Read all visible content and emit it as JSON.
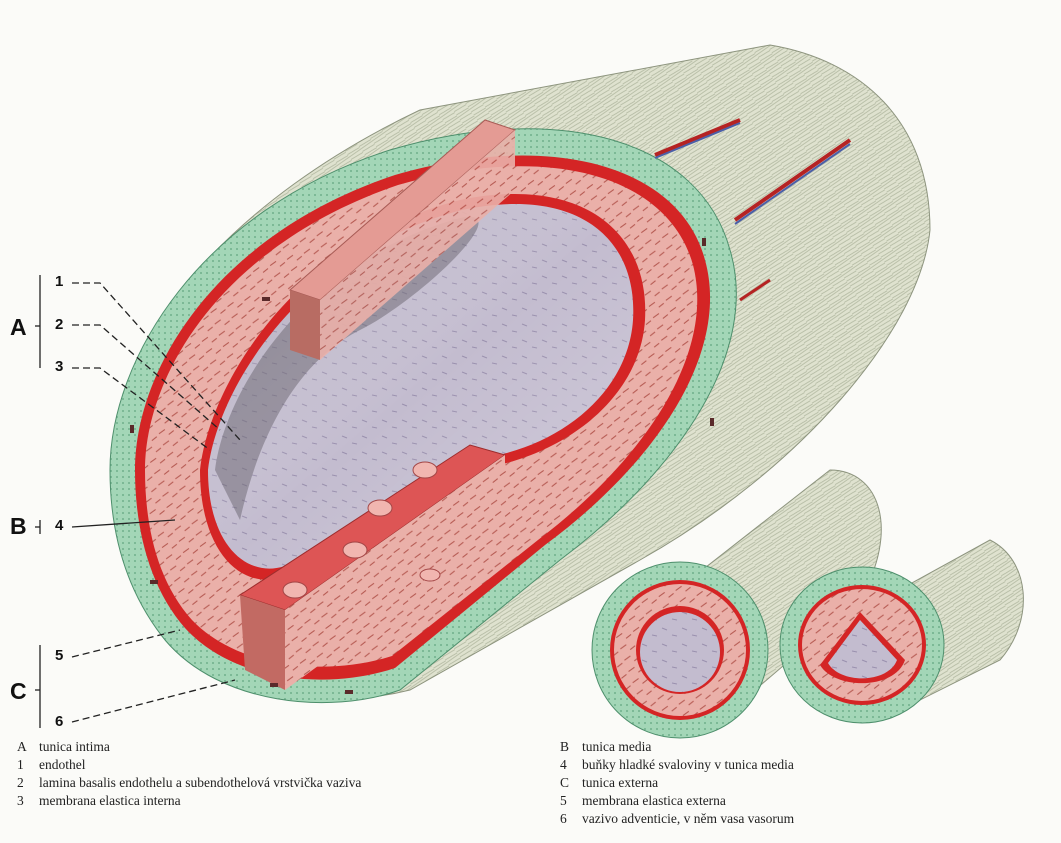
{
  "diagram": {
    "group_markers": [
      "A",
      "B",
      "C"
    ],
    "layer_markers": [
      "1",
      "2",
      "3",
      "4",
      "5",
      "6"
    ],
    "colors": {
      "adventitia_fibers": "#d9dcc6",
      "adventitia_shadow": "#a9b09a",
      "tunica_externa": "#9fd3b4",
      "tunica_media": "#e9a8a2",
      "elastic_membrane": "#d42525",
      "intima_lumen": "#b6aec8",
      "cut_surface": "#d95656"
    }
  },
  "legend": {
    "left": [
      {
        "key": "A",
        "text": "tunica intima"
      },
      {
        "key": "1",
        "text": "endothel"
      },
      {
        "key": "2",
        "text": "lamina basalis endothelu a subendothelová vrstvička vaziva"
      },
      {
        "key": "3",
        "text": "membrana elastica interna"
      }
    ],
    "right": [
      {
        "key": "B",
        "text": "tunica media"
      },
      {
        "key": "4",
        "text": "buňky hladké svaloviny v tunica media"
      },
      {
        "key": "C",
        "text": "tunica externa"
      },
      {
        "key": "5",
        "text": "membrana elastica externa"
      },
      {
        "key": "6",
        "text": "vazivo adventicie, v něm vasa vasorum"
      }
    ]
  }
}
